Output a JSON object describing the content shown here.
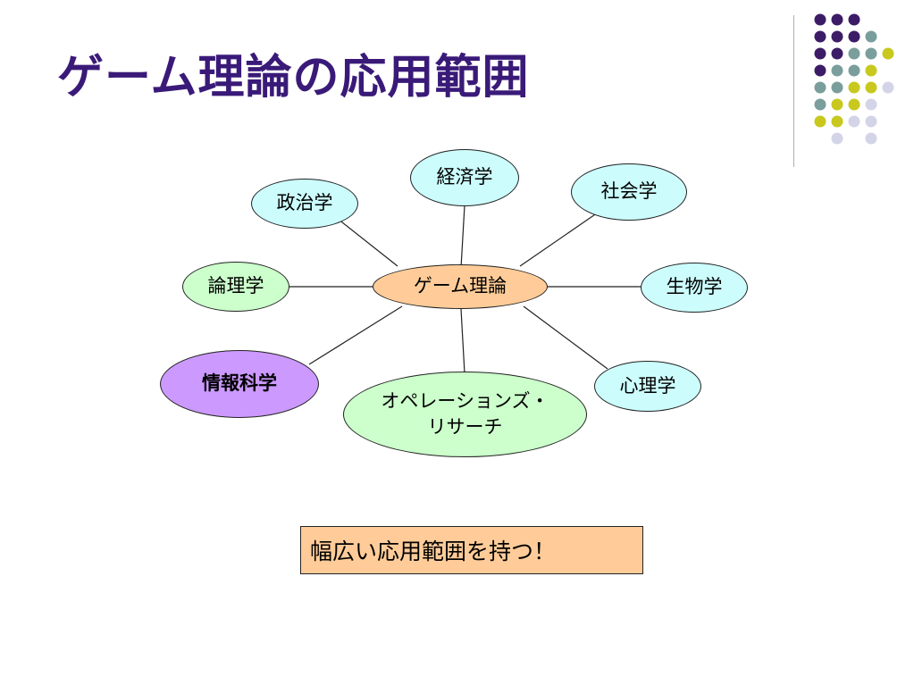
{
  "slide": {
    "title": "ゲーム理論の応用範囲",
    "accent_colors": {
      "title": "#3a1a78",
      "dot_purple": "#3c1c66",
      "dot_teal": "#7a9e9c",
      "dot_yellow": "#c8c81e",
      "dot_lavender": "#d4d4e8"
    }
  },
  "diagram": {
    "center": "ゲーム理論",
    "nodes": {
      "economics": "経済学",
      "politics": "政治学",
      "sociology": "社会学",
      "logic": "論理学",
      "biology": "生物学",
      "informatics": "情報科学",
      "operations_research": "オペレーションズ・\nリサーチ",
      "psychology": "心理学"
    },
    "node_colors": {
      "cyan": "#ccfcfc",
      "green": "#ccffcc",
      "orange": "#ffcc99",
      "purple": "#cc99ff"
    }
  },
  "callout": {
    "text": "幅広い応用範囲を持つ！"
  }
}
